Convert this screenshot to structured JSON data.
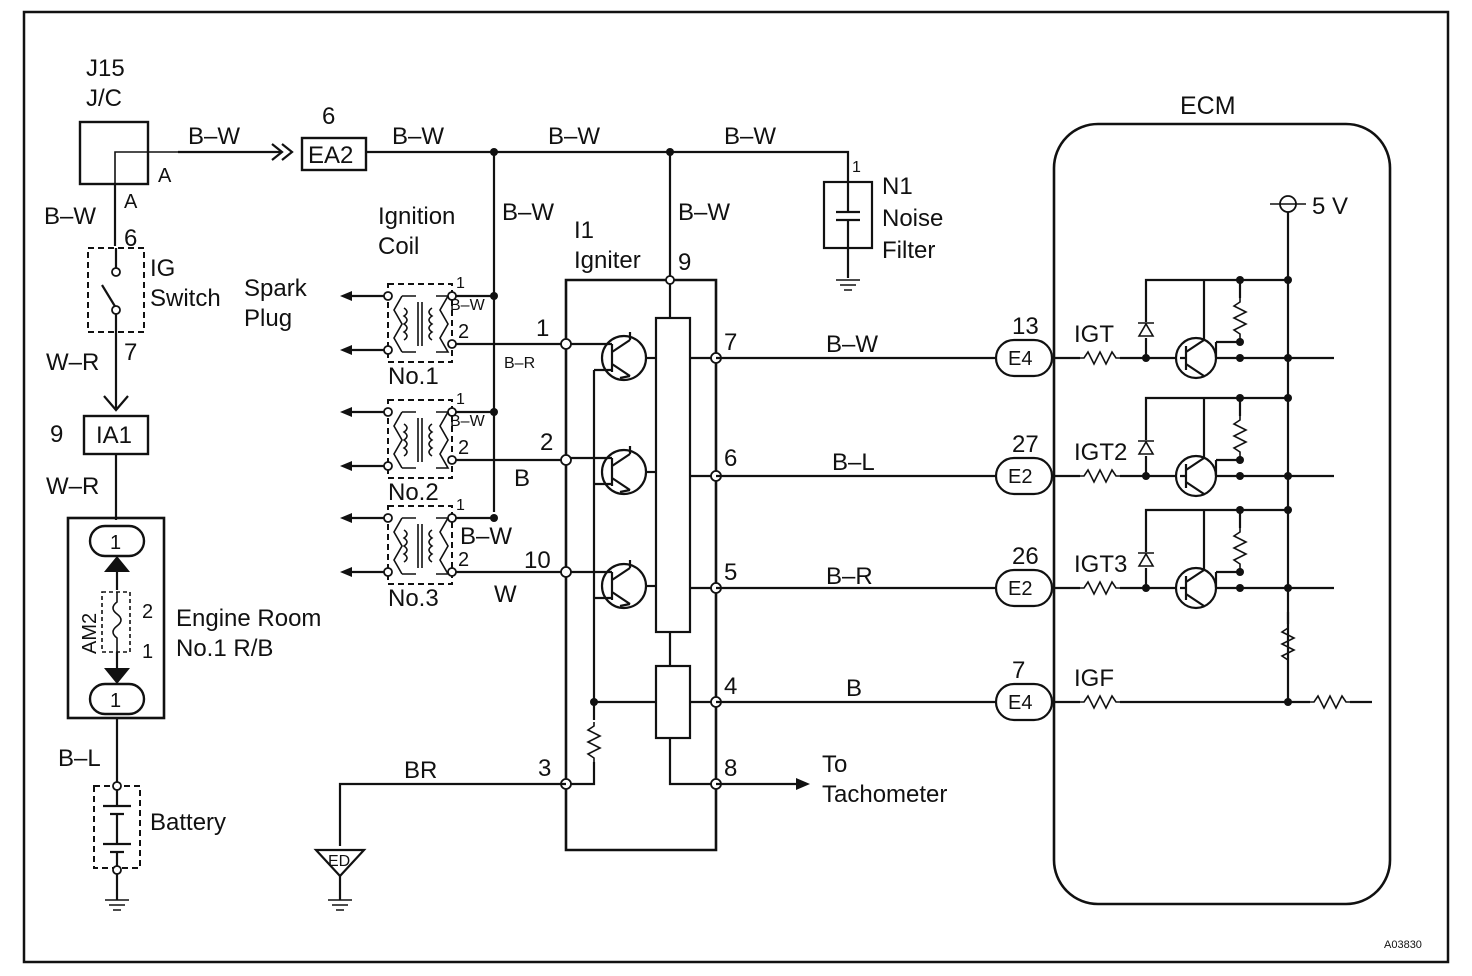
{
  "j15": {
    "id": "J15",
    "name": "J/C",
    "pin": "A"
  },
  "wires": {
    "bw": "B–W",
    "wr": "W–R",
    "bl": "B–L",
    "br": "B–R",
    "b": "B",
    "w": "W",
    "brown": "BR"
  },
  "ea2": {
    "pin": "6",
    "name": "EA2"
  },
  "ig_switch": {
    "label_1": "IG",
    "label_2": "Switch",
    "pin_top": "6",
    "pin_bottom": "7"
  },
  "ia1": {
    "pin": "9",
    "name": "IA1"
  },
  "relay_block": {
    "terminal_top": "1",
    "terminal_bottom": "1",
    "fuse": "AM2",
    "fuse_pin_top": "2",
    "fuse_pin_bottom": "1",
    "label_1": "Engine Room",
    "label_2": "No.1 R/B"
  },
  "battery": {
    "label": "Battery"
  },
  "ignition_coil": {
    "label_1": "Ignition",
    "label_2": "Coil",
    "pin_1": "1",
    "pin_2": "2",
    "coils": [
      "No.1",
      "No.2",
      "No.3"
    ]
  },
  "spark_plug": {
    "label_1": "Spark",
    "label_2": "Plug"
  },
  "igniter": {
    "id": "I1",
    "name": "Igniter",
    "pins": {
      "p9": "9",
      "p1": "1",
      "p2": "2",
      "p10": "10",
      "p3": "3",
      "p7": "7",
      "p6": "6",
      "p5": "5",
      "p4": "4",
      "p8": "8"
    }
  },
  "noise_filter": {
    "pin": "1",
    "id": "N1",
    "label_1": "Noise",
    "label_2": "Filter"
  },
  "tachometer": {
    "label_1": "To",
    "label_2": "Tachometer"
  },
  "ecm": {
    "title": "ECM",
    "supply": "5 V",
    "signals": [
      {
        "pin": "13",
        "connector": "E4",
        "name": "IGT"
      },
      {
        "pin": "27",
        "connector": "E2",
        "name": "IGT2"
      },
      {
        "pin": "26",
        "connector": "E2",
        "name": "IGT3"
      },
      {
        "pin": "7",
        "connector": "E4",
        "name": "IGF"
      }
    ]
  },
  "ground_label": "ED",
  "figure_id": "A03830"
}
